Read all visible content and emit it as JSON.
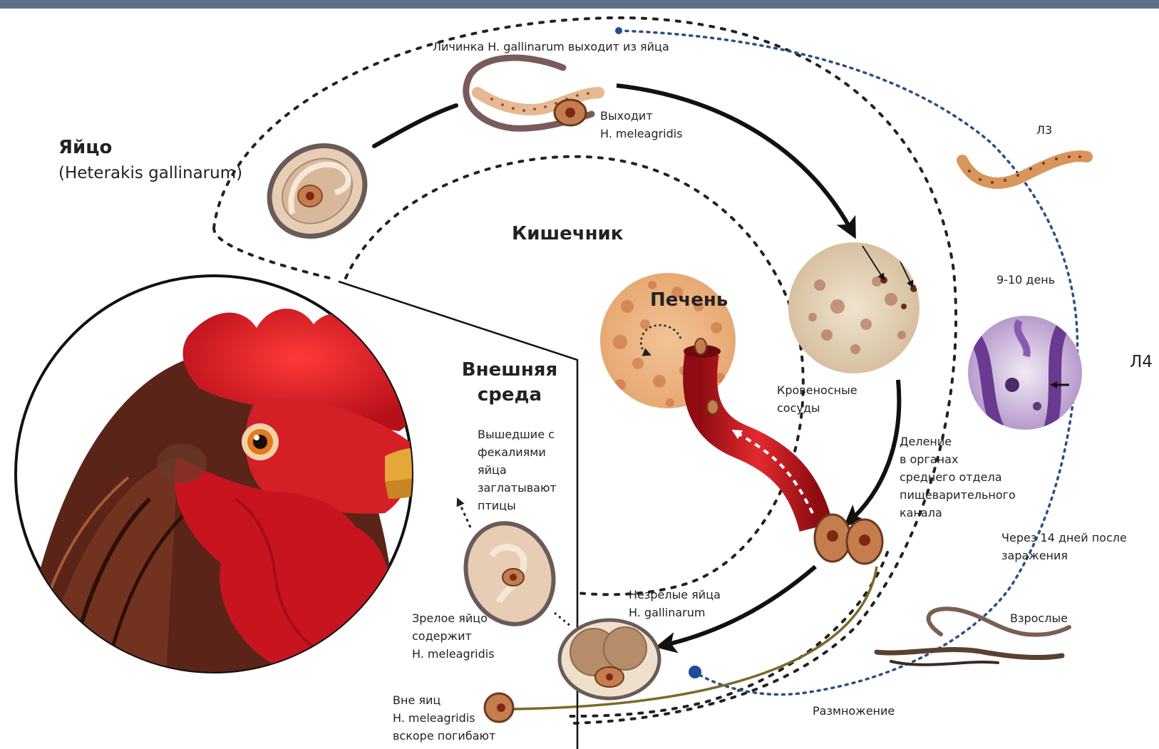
{
  "colors": {
    "top_bar": "#5a7089",
    "cycle_dots": "#222222",
    "host_dots": "#2c4f80",
    "egg_shell": "#6a5a5a",
    "egg_fill": "#d8b89a",
    "vessel": "#cc1f24",
    "cell": "#b5643a",
    "larva": "#d9955c",
    "blue_dot": "#1e4b9a",
    "olive_line": "#7a6a2a"
  },
  "icons": [
    "rooster-head",
    "egg",
    "larva",
    "liver-tissue",
    "blood-vessel",
    "intestine-tissue",
    "histology-section",
    "adult-worms"
  ],
  "labels": {
    "egg_title": "Яйцо",
    "egg_species": "(Heterakis gallinarum)",
    "intestine": "Кишечник",
    "liver": "Печень",
    "external_line1": "Внешняя",
    "external_line2": "среда",
    "larva_hatch": "Личинка H. gallinarum выходит из яйца",
    "exits_line1": "Выходит",
    "exits_line2": "H. meleagridis",
    "l3": "Л3",
    "day_9_10": "9-10 день",
    "l4": "Л4",
    "vessels_line1": "Кровеносные",
    "vessels_line2": "сосуды",
    "division_line1": "Деление",
    "division_line2": "в органах",
    "division_line3": "среднего отдела",
    "division_line4": "пищеварительного",
    "division_line5": "канала",
    "after14_line1": "Через 14 дней после",
    "after14_line2": "заражения",
    "swallowed_line1": "Вышедшие с",
    "swallowed_line2": "фекалиями",
    "swallowed_line3": "яйца",
    "swallowed_line4": "заглатывают",
    "swallowed_line5": "птицы",
    "mature_line1": "Зрелое яйцо",
    "mature_line2": "содержит",
    "mature_line3": "H. meleagridis",
    "immature_line1": "Незрелые яйца",
    "immature_line2": "H. gallinarum",
    "adults": "Взрослые",
    "outside_line1": "Вне яиц",
    "outside_line2": "H. meleagridis",
    "outside_line3": "вскоре погибают",
    "reproduction": "Размножение"
  }
}
